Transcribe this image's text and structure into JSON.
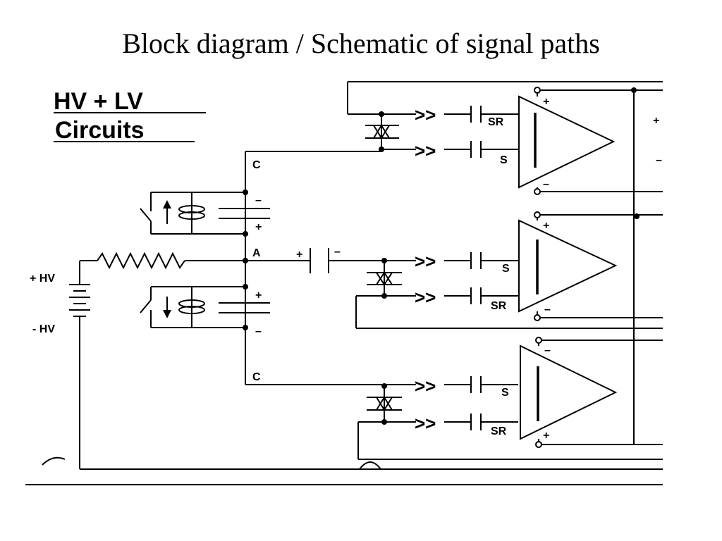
{
  "title": "Block diagram / Schematic of signal paths",
  "heading": {
    "line1": "HV + LV",
    "line2": "Circuits"
  },
  "labels": {
    "plus_hv": "+ HV",
    "minus_hv": "- HV",
    "node_c_top": "C",
    "node_a": "A",
    "node_c_bottom": "C",
    "plus": "+",
    "minus": "–",
    "sr": "SR",
    "s": "S"
  },
  "icons": [
    "battery-icon",
    "resistor-icon",
    "capacitor-icon",
    "diode-bridge-icon",
    "amplifier-icon",
    "switch-icon",
    "transformer-icon",
    "arrow-icon"
  ]
}
